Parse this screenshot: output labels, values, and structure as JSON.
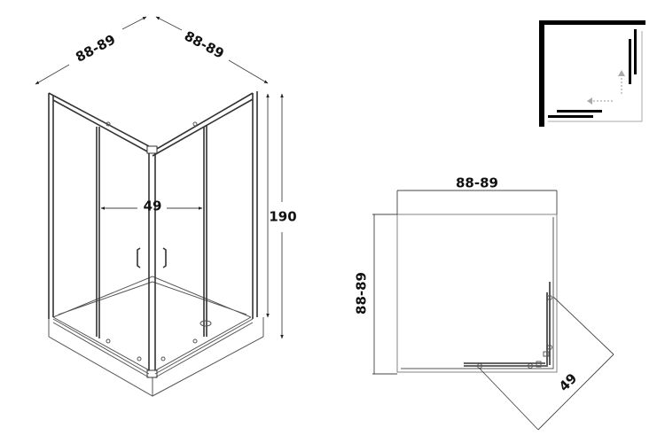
{
  "iso_view": {
    "width_left": "88-89",
    "width_right": "88-89",
    "door_opening": "49",
    "height": "190"
  },
  "plan_view": {
    "width_top": "88-89",
    "depth_left": "88-89",
    "door_opening": "49"
  },
  "legend_icon": {
    "name": "corner-sliding-door-icon",
    "colors": {
      "frame": "#000000",
      "arrow": "#aaaaaa"
    }
  }
}
